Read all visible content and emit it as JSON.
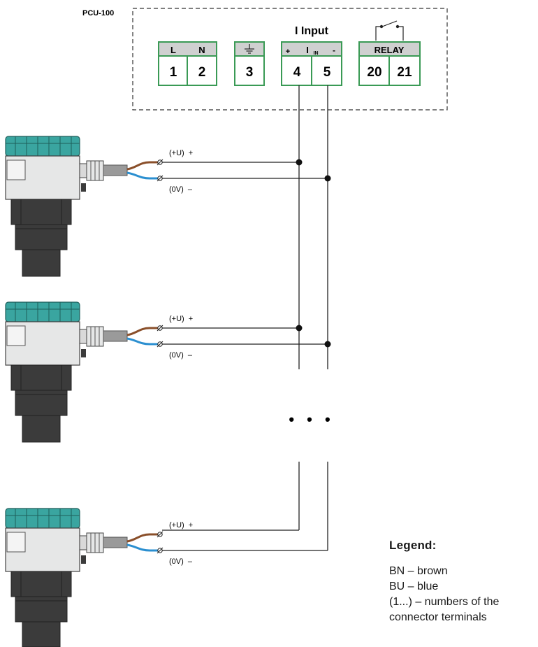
{
  "controller": {
    "name": "PCU-100",
    "input_group_title": "I Input",
    "terminal_groups": [
      {
        "id": "power",
        "labels": [
          "L",
          "N"
        ],
        "numbers": [
          "1",
          "2"
        ]
      },
      {
        "id": "ground",
        "labels": [
          "earth-symbol"
        ],
        "numbers": [
          "3"
        ]
      },
      {
        "id": "current-input",
        "labels": [
          "+",
          "I",
          "IN",
          "-"
        ],
        "numbers": [
          "4",
          "5"
        ]
      },
      {
        "id": "relay",
        "labels": [
          "RELAY"
        ],
        "numbers": [
          "20",
          "21"
        ]
      }
    ]
  },
  "sensors": [
    {
      "id": "sensor-1",
      "plus_label": "(+U)  +",
      "zero_label": "(0V)  –"
    },
    {
      "id": "sensor-2",
      "plus_label": "(+U)  +",
      "zero_label": "(0V)  –"
    },
    {
      "id": "sensor-3",
      "plus_label": "(+U)  +",
      "zero_label": "(0V)  –"
    }
  ],
  "continuation": "• • •",
  "legend": {
    "title": "Legend:",
    "items": [
      "BN – brown",
      "BU – blue",
      "(1...) – numbers of the connector terminals"
    ]
  },
  "colors": {
    "terminal_border": "#3a9a55",
    "terminal_header": "#cfd0d0",
    "sensor_body": "#e6e7e7",
    "sensor_cap": "#3aa5a0",
    "sensor_base": "#3b3b3b",
    "wire_brown": "#8a4f2a",
    "wire_blue": "#2b8fd0",
    "cable": "#9a9a9a"
  },
  "icons": [
    "earth-ground-icon",
    "relay-contact-icon",
    "screw-terminal-icon",
    "junction-dot-icon"
  ]
}
